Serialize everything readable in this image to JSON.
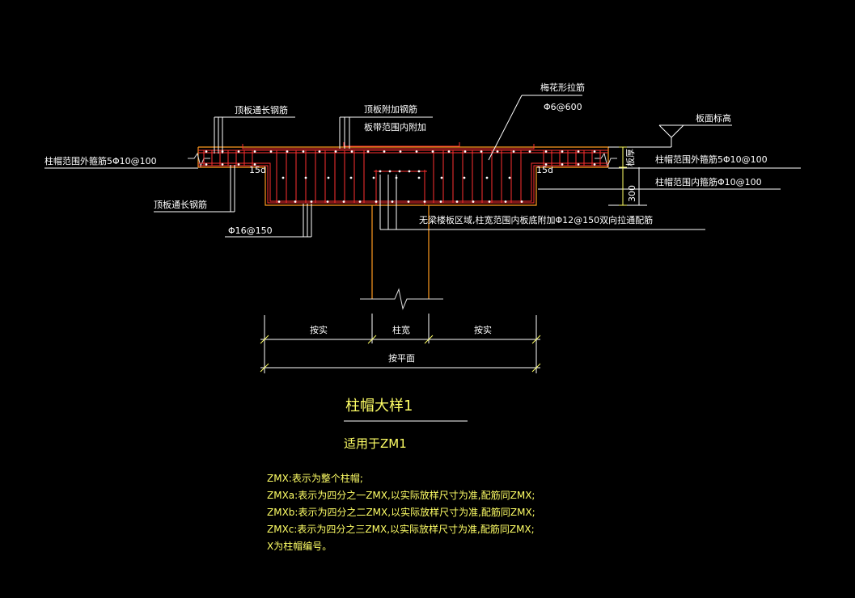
{
  "colors": {
    "background": "#000000",
    "concrete_outline": "#ff9a1f",
    "rebar": "#ff3030",
    "leader": "#ffff66",
    "text": "#ffffff",
    "title": "#ffff66"
  },
  "labels": {
    "top_through_rebar": "顶板通长钢筋",
    "top_extra_rebar": "顶板附加钢筋",
    "strip_extra": "板带范围内附加",
    "plum_tie_rebar": "梅花形拉筋",
    "plum_tie_spec": "Φ6@600",
    "slab_elevation": "板面标高",
    "outer_stirrup_left": "柱帽范围外箍筋5Φ10@100",
    "outer_stirrup_right": "柱帽范围外箍筋5Φ10@100",
    "inner_stirrup_right": "柱帽范围内箍筋Φ10@100",
    "bottom_through_rebar": "顶板通长钢筋",
    "bottom_rebar_spec": "Φ16@150",
    "no_beam_note": "无梁楼板区域,柱宽范围内板底附加Φ12@150双向拉通配筋",
    "dim_15d_left": "15d",
    "dim_15d_right": "15d",
    "dim_slab": "板厚",
    "dim_300": "300"
  },
  "dimensions": {
    "left_segment": "按实",
    "column_width": "柱宽",
    "right_segment": "按实",
    "overall": "按平面"
  },
  "title": {
    "main": "柱帽大样1",
    "sub": "适用于ZM1"
  },
  "notes": [
    "ZMX:表示为整个柱帽;",
    "ZMXa:表示为四分之一ZMX,以实际放样尺寸为准,配筋同ZMX;",
    "ZMXb:表示为四分之二ZMX,以实际放样尺寸为准,配筋同ZMX;",
    "ZMXc:表示为四分之三ZMX,以实际放样尺寸为准,配筋同ZMX;",
    "X为柱帽编号。"
  ]
}
